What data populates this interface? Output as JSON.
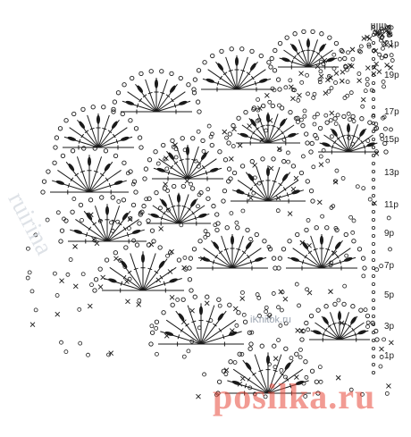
{
  "diagram": {
    "row_labels": [
      "21p",
      "19p",
      "17p",
      "15p",
      "13p",
      "11p",
      "9p",
      "7p",
      "5p",
      "3p",
      "1p"
    ],
    "watermark_site": "iKnitok.ru",
    "watermark_brand": "posilka.ru",
    "watermark_side": "ruirina"
  },
  "colors": {
    "ink": "#1a1a1a",
    "accent": "#e84a3c",
    "faint": "#9aa3b0"
  }
}
